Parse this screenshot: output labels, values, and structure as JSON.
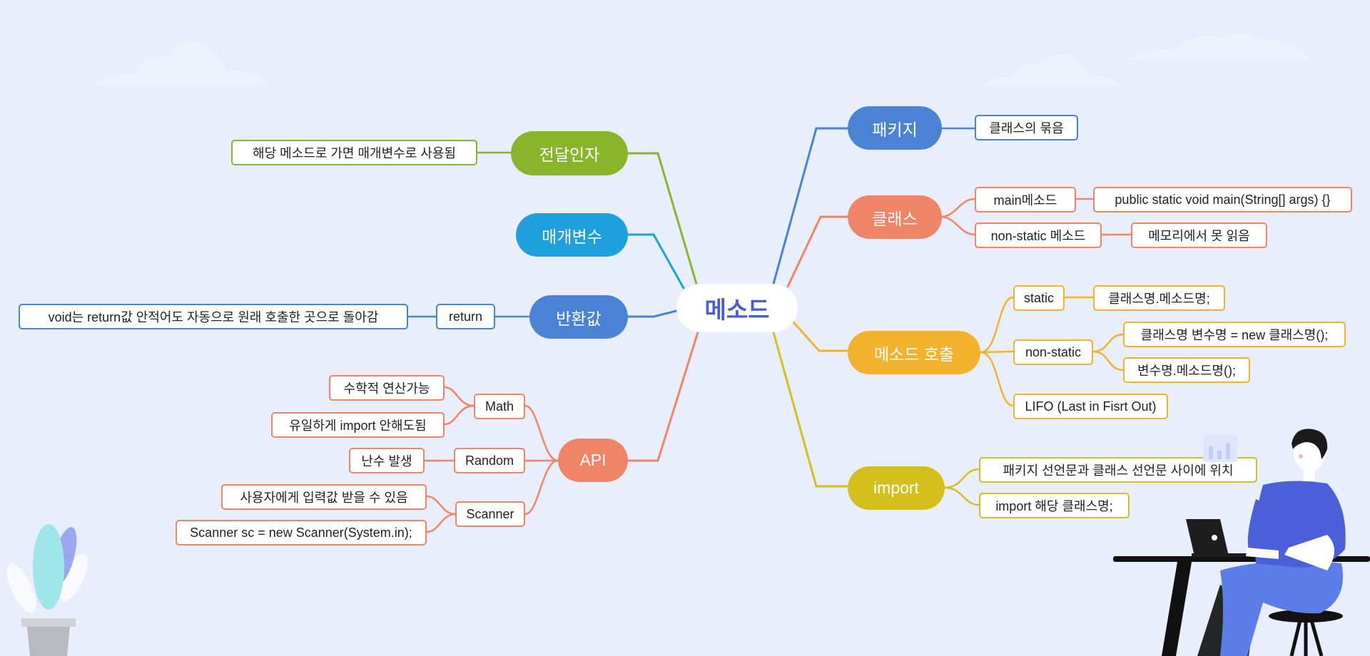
{
  "colors": {
    "background": "#e8eefb",
    "blue": "#4a83d6",
    "orange": "#f08466",
    "amber": "#f2b22b",
    "yellow": "#d4bf1c",
    "green": "#89b52a",
    "cyan": "#1ea0dd",
    "root_text": "#4b5bd6"
  },
  "mindmap": {
    "root": "메소드",
    "package": {
      "label": "패키지",
      "desc": "클래스의 묶음"
    },
    "class": {
      "label": "클래스",
      "main": "main메소드",
      "main_sig": "public static void main(String[] args) {}",
      "nonstatic": "non-static 메소드",
      "nonstatic_note": "메모리에서 못 읽음"
    },
    "call": {
      "label": "메소드 호출",
      "static": "static",
      "static_syntax": "클래스명.메소드명;",
      "nonstatic": "non-static",
      "nonstatic_syntax1": "클래스명 변수명 = new 클래스명();",
      "nonstatic_syntax2": "변수명.메소드명();",
      "lifo": "LIFO (Last in Fisrt Out)"
    },
    "import": {
      "label": "import",
      "note1": "패키지 선언문과 클래스 선언문 사이에 위치",
      "note2": "import 해당 클래스명;"
    },
    "argument": {
      "label": "전달인자",
      "desc": "해당 메소드로 가면 매개변수로 사용됨"
    },
    "parameter": {
      "label": "매개변수"
    },
    "return_value": {
      "label": "반환값",
      "return": "return",
      "return_note": "void는 return값 안적어도 자동으로 원래 호출한 곳으로 돌아감"
    },
    "api": {
      "label": "API",
      "math": "Math",
      "math_note1": "수학적 연산가능",
      "math_note2": "유일하게 import 안해도됨",
      "random": "Random",
      "random_note": "난수 발생",
      "scanner": "Scanner",
      "scanner_note1": "사용자에게 입력값 받을 수 있음",
      "scanner_note2": "Scanner sc = new Scanner(System.in);"
    }
  }
}
